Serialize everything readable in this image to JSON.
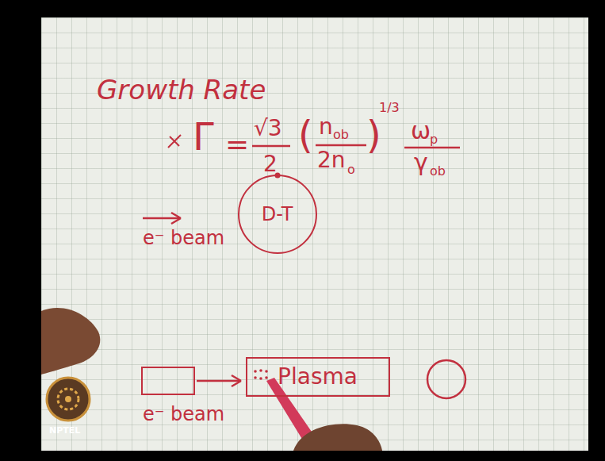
{
  "diagram": {
    "title": "Growth Rate",
    "nodes": [
      {
        "text": [
          "D-T"
        ]
      },
      {
        "text": [
          "e⁻ beam"
        ]
      },
      {
        "text": [
          "Plasma"
        ]
      }
    ],
    "edges": [
      {
        "from": 1,
        "to": 2,
        "arrow": "to"
      }
    ],
    "labels": [
      "Γ",
      "=",
      "√3",
      "2",
      "(",
      "n",
      "ob",
      "2n",
      "o",
      ")",
      "1/3",
      "ω",
      "p",
      "γ",
      "ob",
      "e⁻ beam",
      "NPTEL"
    ]
  }
}
